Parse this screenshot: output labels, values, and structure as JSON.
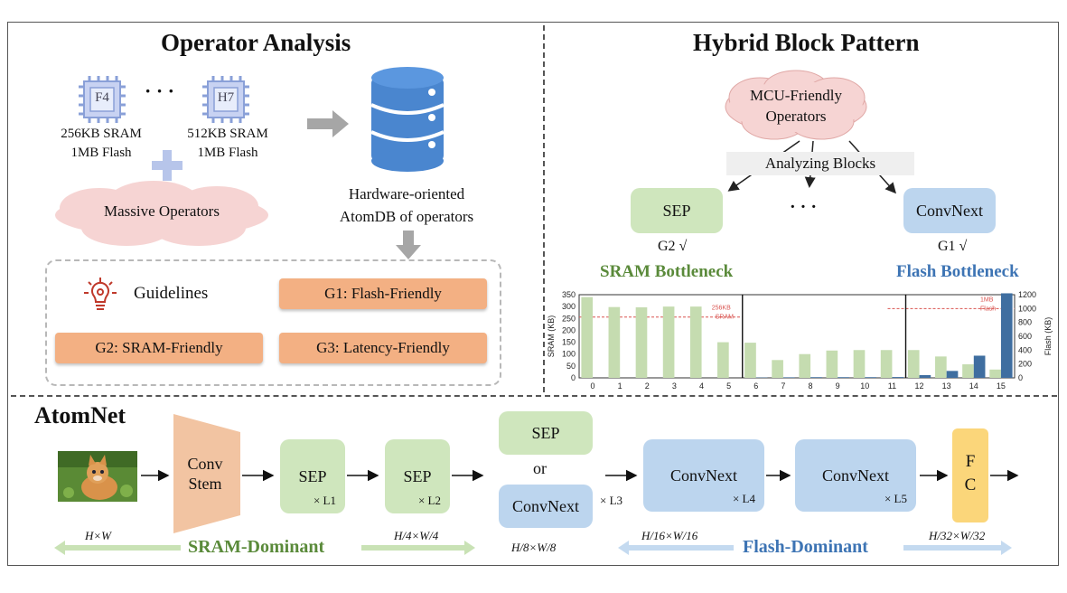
{
  "operator_analysis": {
    "title": "Operator Analysis",
    "chip_left": {
      "label": "F4",
      "spec1": "256KB SRAM",
      "spec2": "1MB Flash"
    },
    "dots": "· · ·",
    "chip_right": {
      "label": "H7",
      "spec1": "512KB SRAM",
      "spec2": "1MB Flash"
    },
    "massive_operators": "Massive Operators",
    "atomdb_line1": "Hardware-oriented",
    "atomdb_line2": "AtomDB of operators",
    "guidelines": "Guidelines",
    "g1": "G1: Flash-Friendly",
    "g2": "G2: SRAM-Friendly",
    "g3": "G3: Latency-Friendly"
  },
  "hybrid_block": {
    "title": "Hybrid Block Pattern",
    "cloud_line1": "MCU-Friendly",
    "cloud_line2": "Operators",
    "analyzing": "Analyzing Blocks",
    "sep": "SEP",
    "dots": "· · ·",
    "convnext": "ConvNext",
    "g2_check": "G2 √",
    "g1_check": "G1 √",
    "sram_bottleneck": "SRAM Bottleneck",
    "flash_bottleneck": "Flash Bottleneck"
  },
  "chart_data": {
    "type": "bar",
    "categories": [
      "0",
      "1",
      "2",
      "3",
      "4",
      "5",
      "6",
      "7",
      "8",
      "9",
      "10",
      "11",
      "12",
      "13",
      "14",
      "15"
    ],
    "series": [
      {
        "name": "SRAM (KB)",
        "axis": "left",
        "color": "#c5dcb0",
        "values": [
          340,
          298,
          297,
          300,
          300,
          150,
          148,
          75,
          100,
          115,
          117,
          117,
          117,
          90,
          57,
          35
        ]
      },
      {
        "name": "Flash (KB)",
        "axis": "right",
        "color": "#3f6ea0",
        "values": [
          0,
          0,
          0,
          0,
          0,
          0,
          5,
          8,
          10,
          10,
          10,
          12,
          40,
          100,
          320,
          1220
        ]
      }
    ],
    "ylabel_left": "SRAM (KB)",
    "ylabel_right": "Flash (KB)",
    "ylim_left": [
      0,
      350
    ],
    "yticks_left": [
      0,
      50,
      100,
      150,
      200,
      250,
      300,
      350
    ],
    "ylim_right": [
      0,
      1200
    ],
    "yticks_right": [
      0,
      200,
      400,
      600,
      800,
      1000,
      1200
    ],
    "ref_sram": {
      "value": 256,
      "label1": "256KB",
      "label2": "SRAM"
    },
    "ref_flash": {
      "value": 1000,
      "label1": "1MB",
      "label2": "Flash"
    },
    "dividers_after_index": [
      5,
      11
    ]
  },
  "atomnet": {
    "title": "AtomNet",
    "conv_stem1": "Conv",
    "conv_stem2": "Stem",
    "sep1": "SEP",
    "sep1_mult": "× L1",
    "sep2": "SEP",
    "sep2_mult": "× L2",
    "mid_sep": "SEP",
    "or": "or",
    "mid_convnext": "ConvNext",
    "mid_mult": "× L3",
    "cn4": "ConvNext",
    "cn4_mult": "× L4",
    "cn5": "ConvNext",
    "cn5_mult": "× L5",
    "fc1": "F",
    "fc2": "C",
    "res_hw": "H×W",
    "res_4": "H/4×W/4",
    "res_8": "H/8×W/8",
    "res_16": "H/16×W/16",
    "res_32": "H/32×W/32",
    "sram_dominant": "SRAM-Dominant",
    "flash_dominant": "Flash-Dominant"
  },
  "colors": {
    "green_box": "#cfe6bd",
    "blue_box": "#bcd5ee",
    "orange_box": "#f3b083",
    "green_text": "#5a8a3a",
    "blue_text": "#3d74b4",
    "fc_box": "#fbd67a",
    "stem": "#f2c4a2"
  }
}
